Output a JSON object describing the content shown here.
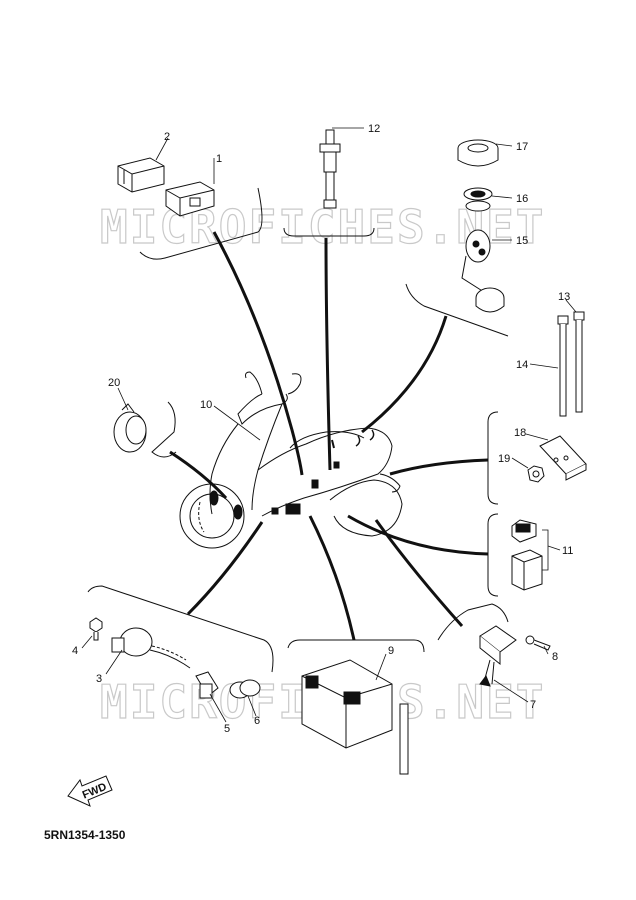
{
  "watermarks": [
    "MICROFICHES.NET",
    "MICROFICHES.NET"
  ],
  "callouts": [
    "1",
    "2",
    "3",
    "4",
    "5",
    "6",
    "7",
    "8",
    "9",
    "10",
    "11",
    "12",
    "13",
    "14",
    "15",
    "16",
    "17",
    "18",
    "19",
    "20"
  ],
  "fwd_label": "FWD",
  "diagram_code": "5RN1354-1350"
}
